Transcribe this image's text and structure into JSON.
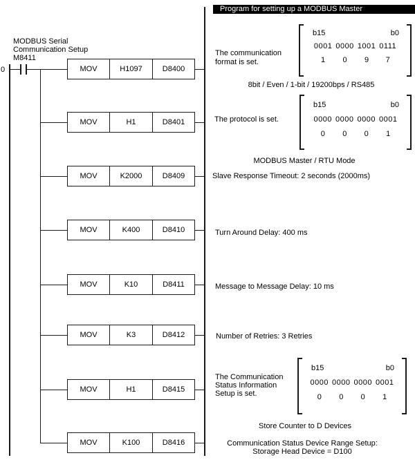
{
  "header": {
    "title": "Program for setting up a MODBUS Master"
  },
  "ladder": {
    "step_number": "0",
    "contact_label": {
      "line1": "MODBUS Serial",
      "line2": "Communication Setup",
      "line3": "M8411"
    },
    "rows": [
      {
        "op": "MOV",
        "source": "H1097",
        "dest": "D8400"
      },
      {
        "op": "MOV",
        "source": "H1",
        "dest": "D8401"
      },
      {
        "op": "MOV",
        "source": "K2000",
        "dest": "D8409"
      },
      {
        "op": "MOV",
        "source": "K400",
        "dest": "D8410"
      },
      {
        "op": "MOV",
        "source": "K10",
        "dest": "D8411"
      },
      {
        "op": "MOV",
        "source": "K3",
        "dest": "D8412"
      },
      {
        "op": "MOV",
        "source": "H1",
        "dest": "D8415"
      },
      {
        "op": "MOV",
        "source": "K100",
        "dest": "D8416"
      }
    ]
  },
  "annotations": {
    "comm_format": {
      "label_line1": "The communication",
      "label_line2": "format is set.",
      "caption": "8bit / Even / 1-bit / 19200bps / RS485"
    },
    "protocol": {
      "label": "The protocol is set.",
      "caption": "MODBUS Master / RTU Mode"
    },
    "timeout": "Slave Response Timeout: 2 seconds (2000ms)",
    "turn_around": "Turn Around Delay: 400 ms",
    "message_delay": "Message to Message Delay: 10 ms",
    "retries": "Number of Retries: 3 Retries",
    "status_info": {
      "label_line1": "The Communication",
      "label_line2": "Status Information",
      "label_line3": "Setup is set.",
      "caption": "Store Counter to D Devices"
    },
    "device_range": {
      "line1": "Communication Status Device Range Setup:",
      "line2": "Storage Head Device = D100"
    }
  },
  "bitboxes": [
    {
      "high": "b15",
      "low": "b0",
      "groups": [
        {
          "bits": "0001",
          "value": "1"
        },
        {
          "bits": "0000",
          "value": "0"
        },
        {
          "bits": "1001",
          "value": "9"
        },
        {
          "bits": "0111",
          "value": "7"
        }
      ]
    },
    {
      "high": "b15",
      "low": "b0",
      "groups": [
        {
          "bits": "0000",
          "value": "0"
        },
        {
          "bits": "0000",
          "value": "0"
        },
        {
          "bits": "0000",
          "value": "0"
        },
        {
          "bits": "0001",
          "value": "1"
        }
      ]
    },
    {
      "high": "b15",
      "low": "b0",
      "groups": [
        {
          "bits": "0000",
          "value": "0"
        },
        {
          "bits": "0000",
          "value": "0"
        },
        {
          "bits": "0000",
          "value": "0"
        },
        {
          "bits": "0001",
          "value": "1"
        }
      ]
    }
  ],
  "colors": {
    "line": "#000000",
    "header_bg": "#000000",
    "header_text": "#ffffff"
  }
}
